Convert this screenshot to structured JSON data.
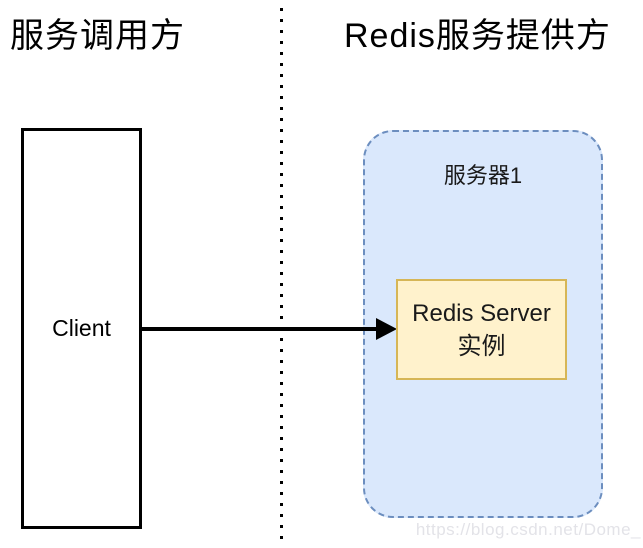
{
  "left_panel": {
    "title": "服务调用方",
    "client_label": "Client"
  },
  "right_panel": {
    "title": "Redis服务提供方",
    "server_group_label": "服务器1",
    "redis_server_line1": "Redis Server",
    "redis_server_line2": "实例"
  },
  "watermark": "https://blog.csdn.net/Dome_",
  "colors": {
    "server_group_fill": "#dae8fc",
    "server_group_border": "#6c8ebf",
    "redis_box_fill": "#fff2cc",
    "redis_box_border": "#d6b656",
    "arrow_color": "#000000",
    "divider_color": "#000000",
    "watermark_color": "#e3e3e8"
  }
}
